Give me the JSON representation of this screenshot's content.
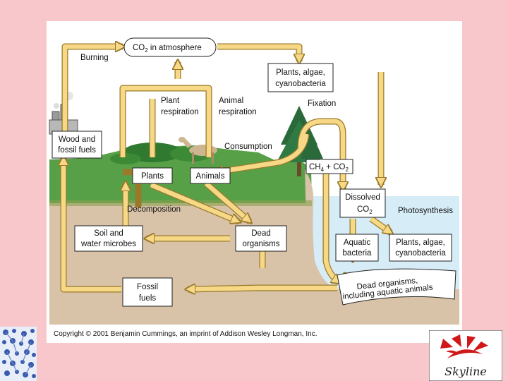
{
  "nodes": {
    "co2_atmosphere": {
      "prefix": "CO",
      "sub": "2",
      "suffix": " in atmosphere"
    },
    "plants_algae_top": [
      "Plants, algae,",
      "cyanobacteria"
    ],
    "wood_fossil": [
      "Wood and",
      "fossil fuels"
    ],
    "plants": "Plants",
    "animals": "Animals",
    "ch4_co2": {
      "a": "CH",
      "a_sub": "4",
      "plus": " + ",
      "b": "CO",
      "b_sub": "2"
    },
    "dissolved_co2": {
      "line1": "Dissolved",
      "prefix": "CO",
      "sub": "2"
    },
    "soil_microbes": [
      "Soil and",
      "water microbes"
    ],
    "dead_organisms": [
      "Dead",
      "organisms"
    ],
    "aquatic_bacteria": [
      "Aquatic",
      "bacteria"
    ],
    "plants_algae_bottom": [
      "Plants, algae,",
      "cyanobacteria"
    ],
    "fossil_fuels": [
      "Fossil",
      "fuels"
    ],
    "dead_organisms_aquatic": [
      "Dead organisms,",
      "including aquatic animals"
    ]
  },
  "labels": {
    "burning": "Burning",
    "plant_respiration": [
      "Plant",
      "respiration"
    ],
    "animal_respiration": [
      "Animal",
      "respiration"
    ],
    "fixation": "Fixation",
    "consumption": "Consumption",
    "decomposition": "Decomposition",
    "photosynthesis": "Photosynthesis"
  },
  "copyright": "Copyright © 2001 Benjamin Cummings, an imprint of Addison Wesley Longman, Inc.",
  "logo_text": "Skyline",
  "colors": {
    "page_background": "#f7c7cb",
    "arrow_fill": "#f6d886",
    "arrow_outline": "#9a7a2a",
    "soil": "#d8c2a8",
    "grass": "#58a048",
    "water": "#d6ecf6",
    "logo_red": "#d01818"
  }
}
